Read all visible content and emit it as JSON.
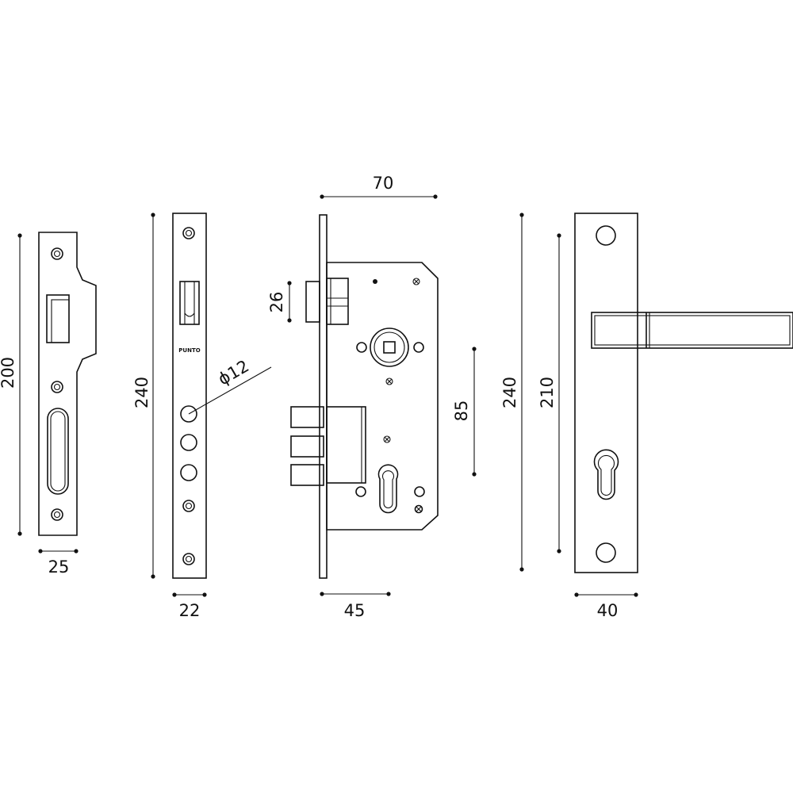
{
  "brand_mark": "PUNTO",
  "diameter_label": "ϕ12",
  "dimensions": {
    "strike_plate_height": "200",
    "strike_plate_width": "25",
    "faceplate_height": "240",
    "faceplate_width": "22",
    "lock_body_depth": "70",
    "backset": "45",
    "latch_height": "26",
    "center_distance": "85",
    "handle_plate_height": "240",
    "handle_hole_distance": "210",
    "handle_plate_width": "40"
  },
  "colors": {
    "line": "#111111",
    "background": "#ffffff"
  }
}
